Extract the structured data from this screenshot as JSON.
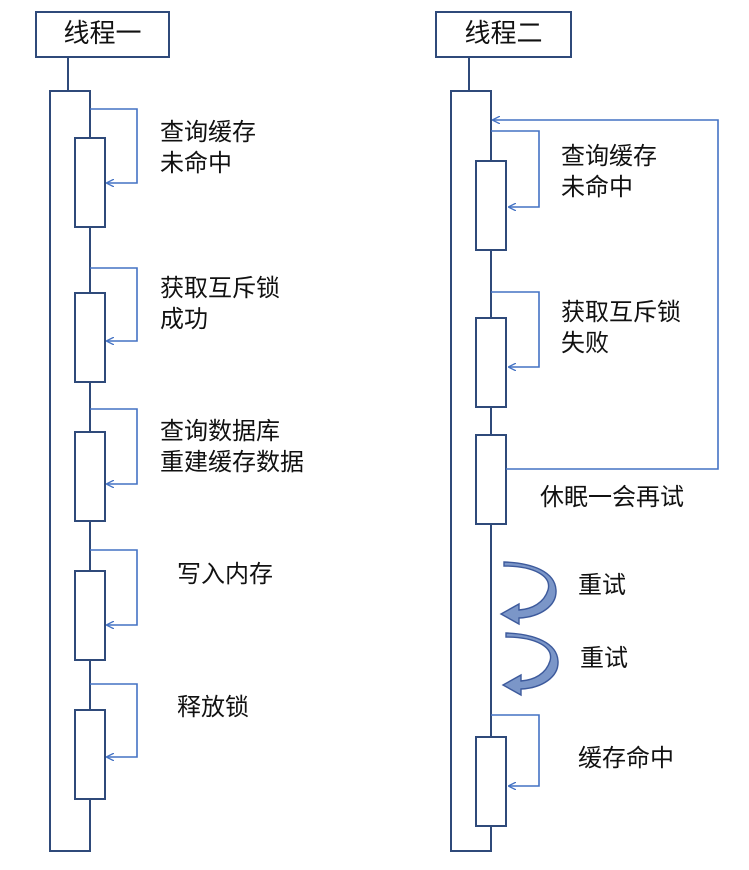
{
  "thread1": {
    "title": "线程一",
    "steps": [
      {
        "line1": "查询缓存",
        "line2": "未命中"
      },
      {
        "line1": "获取互斥锁",
        "line2": "成功"
      },
      {
        "line1": "查询数据库",
        "line2": "重建缓存数据"
      },
      {
        "line1": "写入内存",
        "line2": ""
      },
      {
        "line1": "释放锁",
        "line2": ""
      }
    ]
  },
  "thread2": {
    "title": "线程二",
    "steps": [
      {
        "line1": "查询缓存",
        "line2": "未命中"
      },
      {
        "line1": "获取互斥锁",
        "line2": "失败"
      },
      {
        "line1": "休眠一会再试",
        "line2": ""
      },
      {
        "line1": "重试",
        "line2": ""
      },
      {
        "line1": "重试",
        "line2": ""
      },
      {
        "line1": "缓存命中",
        "line2": ""
      }
    ]
  },
  "colors": {
    "outline": "#2f4a7a",
    "arrow": "#4472c4",
    "retry_fill": "#7b96c8",
    "retry_stroke": "#3d5a9c"
  }
}
